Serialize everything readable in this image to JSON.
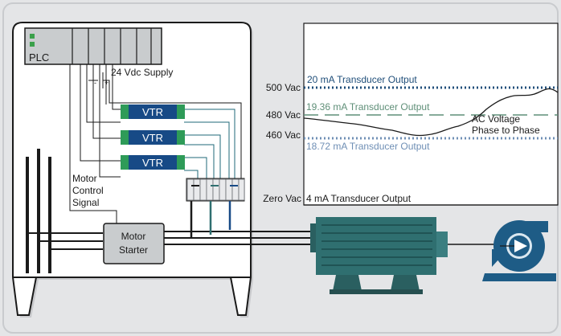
{
  "cabinet": {
    "plc_label": "PLC",
    "supply_label": "24 Vdc Supply",
    "supply_minus": "-",
    "supply_plus": "+",
    "vtr_labels": [
      "VTR",
      "VTR",
      "VTR"
    ],
    "motor_control_signal": [
      "Motor",
      "Control",
      "Signal"
    ],
    "motor_starter": [
      "Motor",
      "Starter"
    ]
  },
  "graph": {
    "axis_labels": [
      "500 Vac",
      "480 Vac",
      "460 Vac",
      "Zero Vac"
    ],
    "line_20ma": "20 mA Transducer Output",
    "line_1936ma": "19.36 mA Transducer Output",
    "line_1872ma": "18.72 mA Transducer Output",
    "line_4ma": "4 mA Transducer Output",
    "trace_label": [
      "AC Voltage",
      "Phase to Phase"
    ]
  },
  "colors": {
    "background": "#e4e5e7",
    "cabinet": "#ffffff",
    "vtr_blue": "#174a86",
    "vtr_green": "#2e9b58",
    "motor_teal": "#2f6f70",
    "pump_blue": "#1e5c86",
    "navy_line": "#1f4e79",
    "green_line": "#5f8f78",
    "light_blue_line": "#6f8fb5"
  }
}
